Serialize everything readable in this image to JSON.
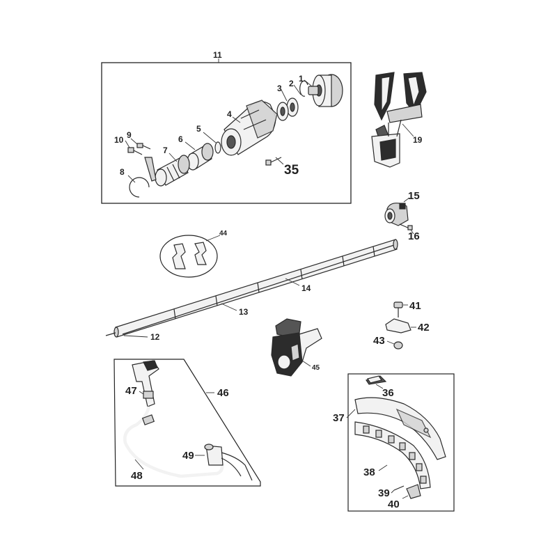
{
  "labels": {
    "p1": "1",
    "p2": "2",
    "p3": "3",
    "p4": "4",
    "p5": "5",
    "p6": "6",
    "p7": "7",
    "p8": "8",
    "p9": "9",
    "p10": "10",
    "p11": "11",
    "p12": "12",
    "p13": "13",
    "p14": "14",
    "p15": "15",
    "p16": "16",
    "p19": "19",
    "p35": "35",
    "p36": "36",
    "p37": "37",
    "p38": "38",
    "p39": "39",
    "p40": "40",
    "p41": "41",
    "p42": "42",
    "p43": "43",
    "p44": "44",
    "p45": "45",
    "p46": "46",
    "p47": "47",
    "p48": "48",
    "p49": "49"
  }
}
